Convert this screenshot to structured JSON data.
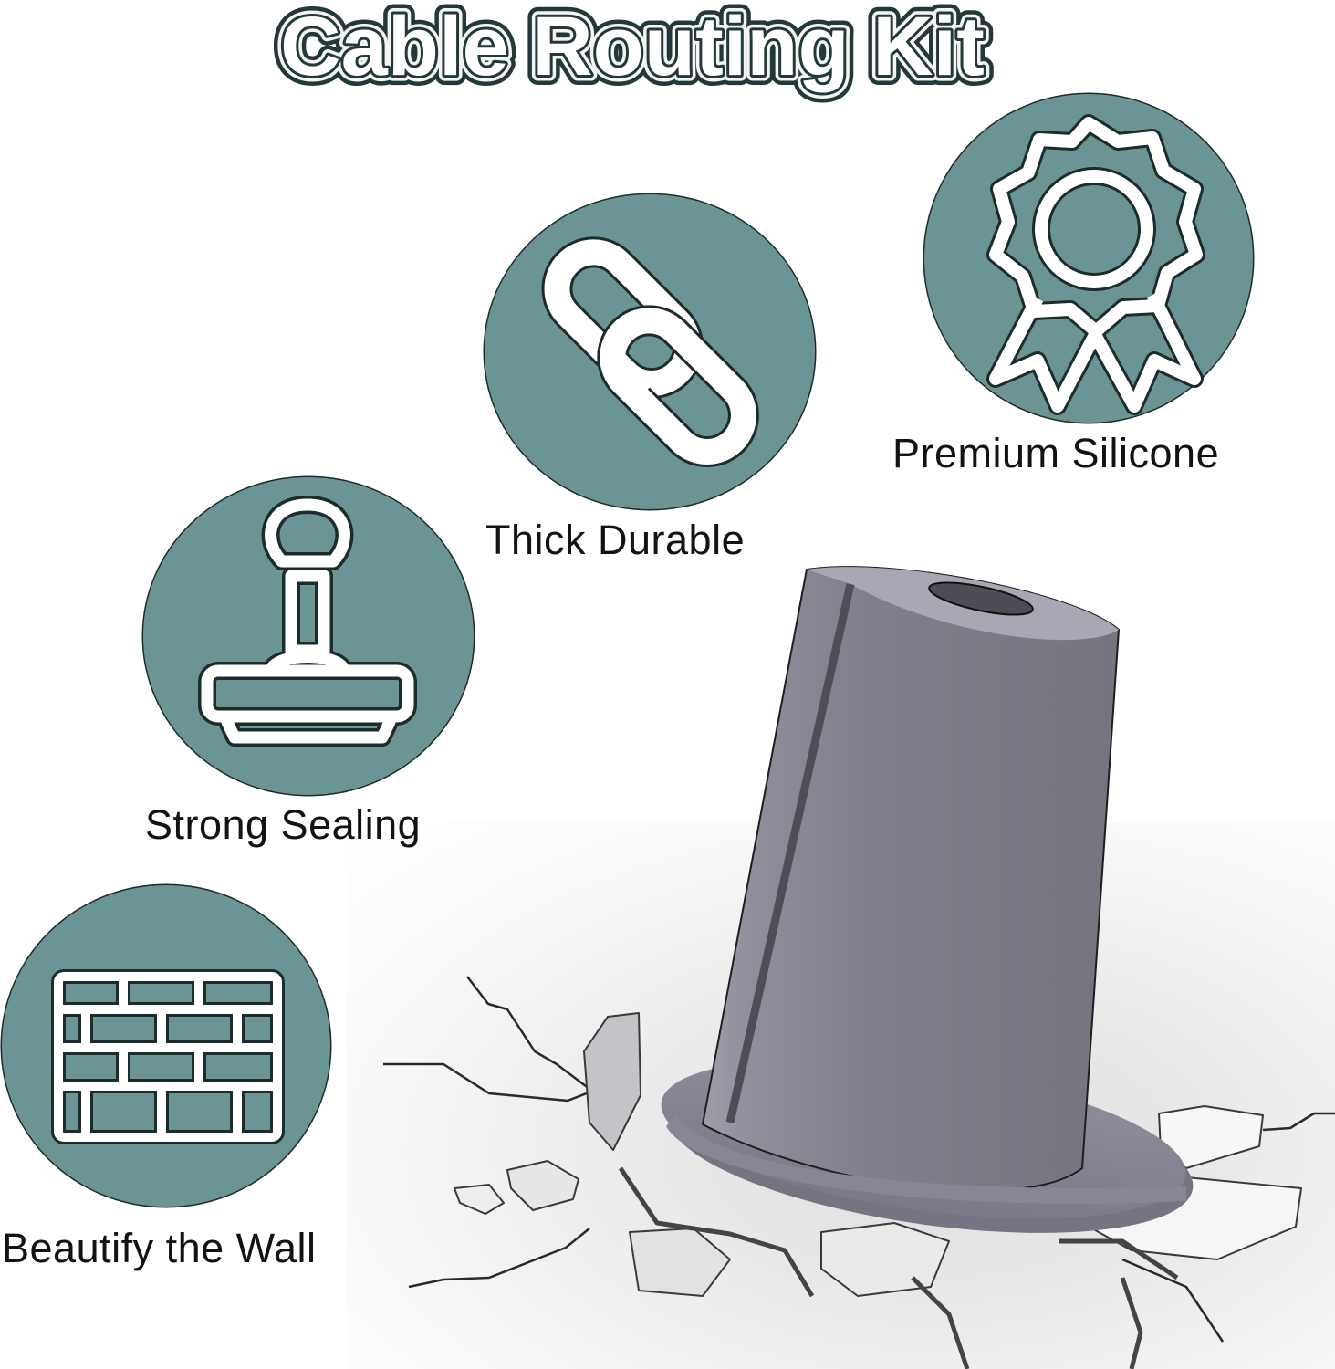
{
  "title": "Cable Routing Kit",
  "theme": {
    "badge_color": "#6b9594",
    "title_stroke": "#233838",
    "label_color": "#121212",
    "product_color": "#7b7a86",
    "product_light": "#9d9ca8",
    "background": "#ffffff"
  },
  "features": [
    {
      "label": "Premium Silicone",
      "icon": "award-ribbon-icon"
    },
    {
      "label": "Thick Durable",
      "icon": "chain-link-icon"
    },
    {
      "label": "Strong Sealing",
      "icon": "stamp-seal-icon"
    },
    {
      "label": "Beautify the Wall",
      "icon": "brick-wall-icon"
    }
  ],
  "product": {
    "name": "silicone cable grommet",
    "scene": "cracked wall"
  }
}
